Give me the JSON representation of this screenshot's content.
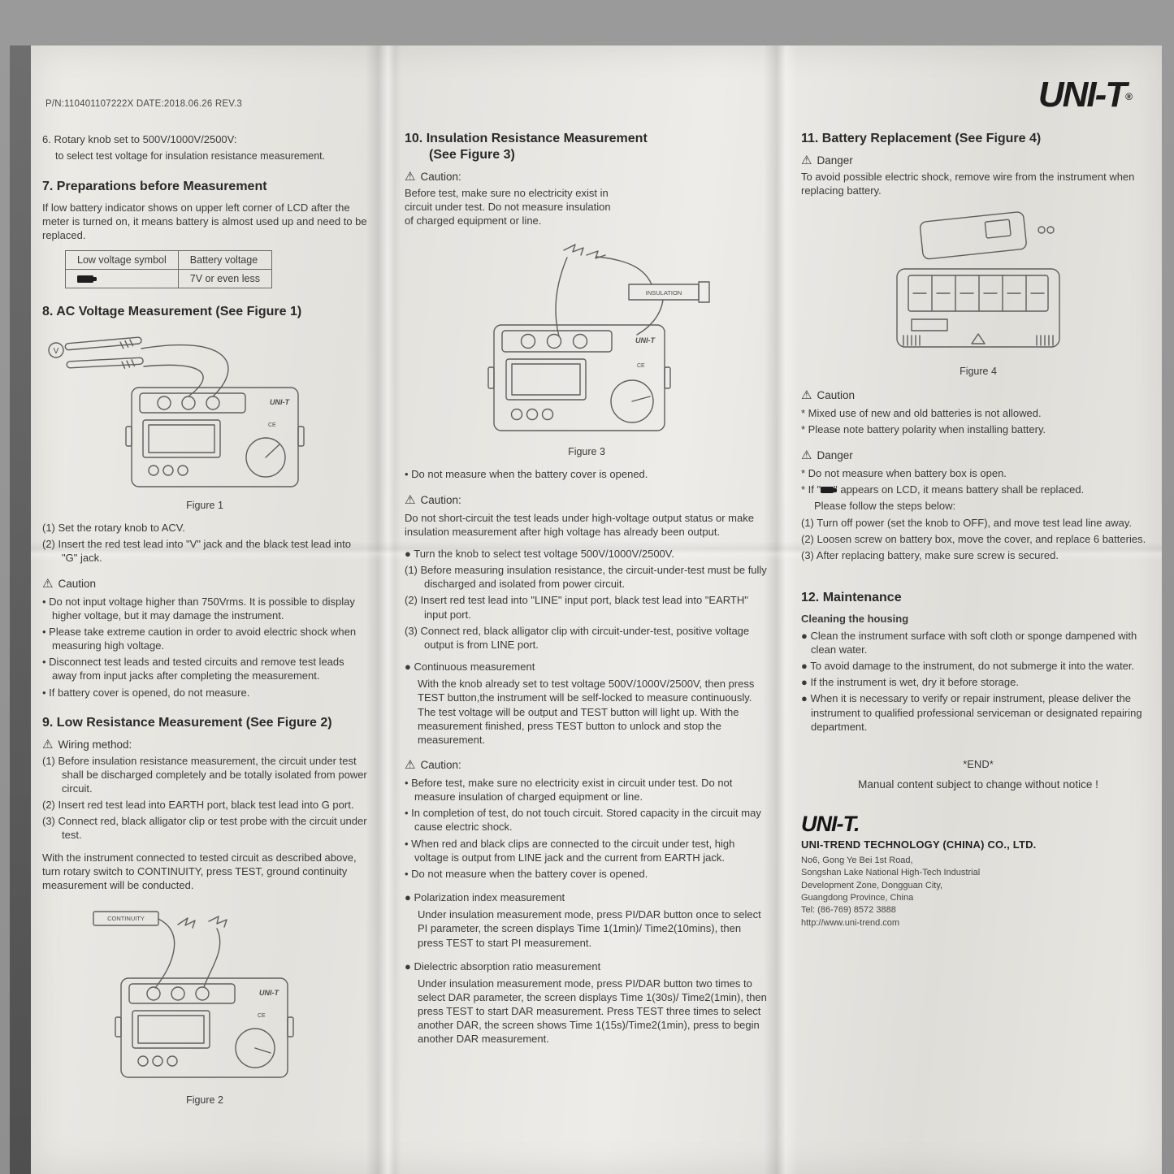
{
  "icons": {
    "warning": "⚠"
  },
  "header": {
    "pn_line": "P/N:110401107222X  DATE:2018.06.26  REV.3",
    "brand": "UNI-T",
    "brand_reg": "®"
  },
  "figures": {
    "fig1_caption": "Figure 1",
    "fig2_caption": "Figure 2",
    "fig3_caption": "Figure 3",
    "fig4_caption": "Figure 4",
    "fig1_symbol": "V",
    "fig2_label": "CONTINUITY",
    "fig3_label": "INSULATION",
    "brand_small": "UNI-T",
    "ce_mark": "CE"
  },
  "col1": {
    "item6_line1": "6. Rotary knob set to 500V/1000V/2500V:",
    "item6_line2": "to select test voltage for insulation resistance measurement.",
    "sec7_title": "7. Preparations before Measurement",
    "sec7_body": "If low battery indicator shows on upper left corner of LCD after the meter is turned on, it means battery is almost used up and need to be replaced.",
    "table_h1": "Low voltage symbol",
    "table_h2": "Battery voltage",
    "table_v2": "7V or even less",
    "sec8_title": "8. AC Voltage Measurement (See Figure 1)",
    "sec8_steps": [
      "(1)  Set the rotary knob to ACV.",
      "(2)  Insert the red test lead into \"V\" jack and the black test lead into \"G\" jack."
    ],
    "sec8_caution_label": "Caution",
    "sec8_cautions": [
      "• Do not input voltage higher than 750Vrms. It is possible to display higher voltage, but it may damage the instrument.",
      "• Please take extreme caution in order to avoid electric shock when measuring high voltage.",
      "• Disconnect test leads and tested circuits and remove test leads away from input jacks after completing the measurement.",
      "• If battery cover is opened, do not measure."
    ],
    "sec9_title": "9. Low Resistance Measurement (See Figure 2)",
    "wiring_label": "Wiring method:",
    "sec9_steps": [
      "(1) Before insulation resistance measurement, the circuit under test shall be discharged completely and be totally isolated from power circuit.",
      "(2) Insert red test lead into EARTH port, black test lead into G port.",
      "(3) Connect red, black alligator clip or test probe with the circuit under test."
    ],
    "sec9_body": "With the instrument connected to tested circuit as described above, turn rotary switch to CONTINUITY, press TEST, ground continuity measurement will be conducted."
  },
  "col2": {
    "sec10_title1": "10. Insulation Resistance Measurement",
    "sec10_title2": "(See Figure 3)",
    "caution1_label": "Caution:",
    "caution1_body": "Before test, make sure no electricity exist in circuit under test. Do not measure insulation of charged equipment or line.",
    "note1": "• Do not measure when the battery cover is opened.",
    "caution2_label": "Caution:",
    "caution2_body": "Do not short-circuit the test leads under high-voltage output status or make insulation measurement after high voltage has already been output.",
    "bullet1": "● Turn the knob to select test voltage 500V/1000V/2500V.",
    "steps": [
      "(1) Before measuring insulation resistance, the circuit-under-test must be fully discharged and isolated from power circuit.",
      "(2) Insert red test lead into \"LINE\" input port, black test lead into \"EARTH\" input port.",
      "(3) Connect red, black alligator clip with circuit-under-test, positive voltage output is from LINE port."
    ],
    "bullet2": "● Continuous measurement",
    "continuous_body": "With the knob already set to test voltage 500V/1000V/2500V, then press TEST button,the instrument will be self-locked to measure continuously. The test voltage will be output and TEST button will light up. With the measurement finished, press TEST button to unlock and stop the measurement.",
    "caution3_label": "Caution:",
    "caution3_items": [
      "• Before test, make sure no electricity exist in circuit under test. Do not measure insulation of charged equipment or line.",
      "• In completion of test, do not touch circuit. Stored capacity in the circuit may cause electric shock.",
      "• When red and black clips are connected to the circuit under test, high voltage is output from LINE jack and the current from EARTH jack.",
      "• Do not measure when the battery cover is opened."
    ],
    "bullet3": "● Polarization index measurement",
    "pi_body": "Under insulation measurement mode, press PI/DAR button once to select PI parameter, the screen displays Time 1(1min)/ Time2(10mins), then press TEST to start PI measurement.",
    "bullet4": "● Dielectric absorption ratio measurement",
    "dar_body": "Under insulation measurement mode, press PI/DAR button two times to select DAR parameter, the screen displays Time 1(30s)/ Time2(1min), then press TEST to start DAR measurement. Press TEST three times to select another DAR,  the screen shows Time 1(15s)/Time2(1min), press to begin another DAR measurement."
  },
  "col3": {
    "sec11_title": "11. Battery Replacement (See Figure 4)",
    "danger1_label": "Danger",
    "danger1_body": "To avoid possible electric shock, remove wire from the instrument when replacing battery.",
    "caution_label": "Caution",
    "caution_items": [
      "* Mixed use of new and old batteries is not allowed.",
      "* Please note battery polarity when installing battery."
    ],
    "danger2_label": "Danger",
    "danger2_item1": "* Do not measure when battery box is open.",
    "low_batt_prefix": "* If \"",
    "low_batt_suffix": "\" appears on LCD, it means battery shall be replaced.",
    "low_batt_line2": "Please follow the steps below:",
    "steps": [
      "(1) Turn off power (set the knob to OFF), and move test lead line away.",
      "(2) Loosen screw on battery box, move the cover, and replace 6 batteries.",
      "(3) After replacing battery, make sure screw is secured."
    ],
    "sec12_title": "12. Maintenance",
    "cleaning_title": "Cleaning the housing",
    "cleaning_items": [
      "● Clean the instrument surface with soft cloth or sponge dampened with clean water.",
      "● To avoid damage to the instrument, do not submerge it into the water.",
      "● If the instrument is wet, dry it before storage.",
      "● When it is necessary to verify or repair instrument, please deliver the instrument to qualified professional serviceman or designated repairing department."
    ],
    "end_mark": "*END*",
    "notice": "Manual content subject to change without notice !",
    "footer_logo": "UNI-T.",
    "footer_company": "UNI-TREND TECHNOLOGY (CHINA) CO., LTD.",
    "footer_lines": [
      "No6, Gong Ye Bei 1st Road,",
      "Songshan Lake National High-Tech Industrial",
      "Development Zone, Dongguan City,",
      "Guangdong Province, China",
      "Tel: (86-769) 8572 3888",
      "http://www.uni-trend.com"
    ]
  }
}
